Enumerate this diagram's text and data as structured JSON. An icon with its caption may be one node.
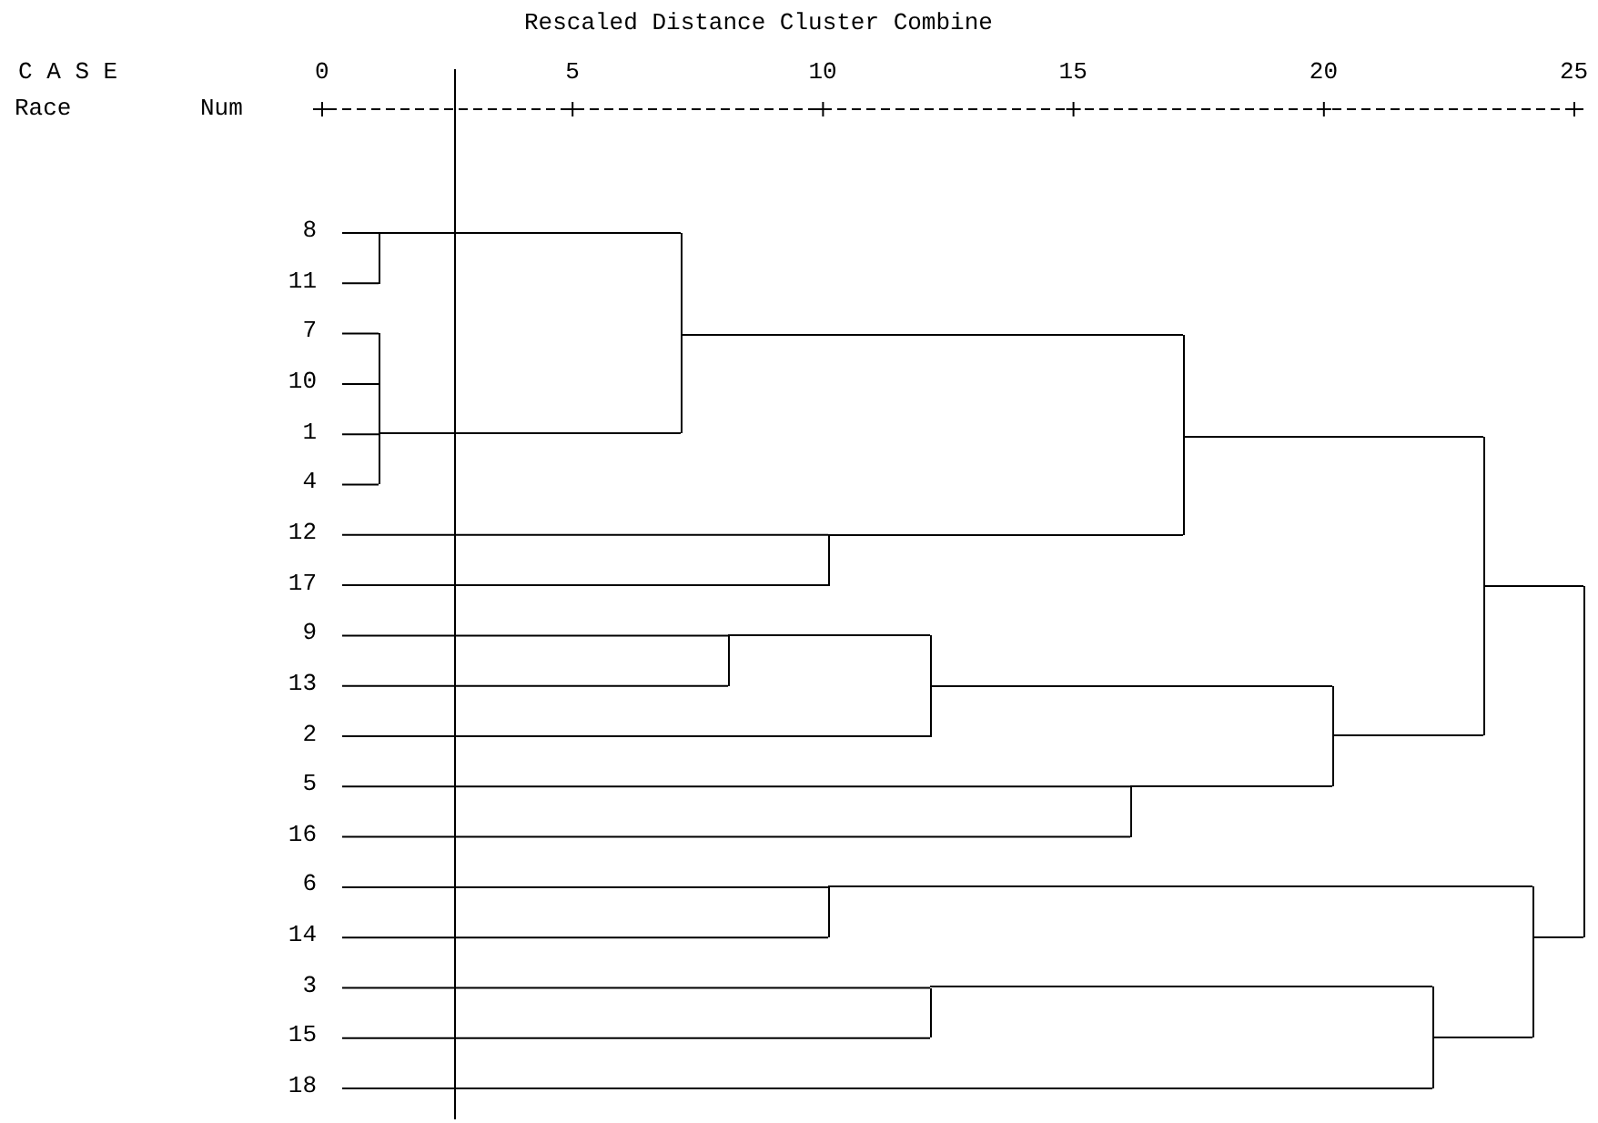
{
  "diagram": {
    "title": "Rescaled Distance Cluster Combine",
    "nodes": [
      {
        "text": [
          "8"
        ]
      },
      {
        "text": [
          "11"
        ]
      },
      {
        "text": [
          "7"
        ]
      },
      {
        "text": [
          "10"
        ]
      },
      {
        "text": [
          "1"
        ]
      },
      {
        "text": [
          "4"
        ]
      },
      {
        "text": [
          "12"
        ]
      },
      {
        "text": [
          "17"
        ]
      },
      {
        "text": [
          "9"
        ]
      },
      {
        "text": [
          "13"
        ]
      },
      {
        "text": [
          "2"
        ]
      },
      {
        "text": [
          "5"
        ]
      },
      {
        "text": [
          "16"
        ]
      },
      {
        "text": [
          "6"
        ]
      },
      {
        "text": [
          "14"
        ]
      },
      {
        "text": [
          "3"
        ]
      },
      {
        "text": [
          "15"
        ]
      },
      {
        "text": [
          "18"
        ]
      },
      {
        "text": [],
        "shape": "bar"
      },
      {
        "text": [],
        "shape": "bar"
      },
      {
        "text": [],
        "shape": "bar"
      },
      {
        "text": [],
        "shape": "bar"
      },
      {
        "text": [],
        "shape": "bar"
      },
      {
        "text": [],
        "shape": "bar"
      },
      {
        "text": [],
        "shape": "bar"
      },
      {
        "text": [],
        "shape": "bar"
      },
      {
        "text": [],
        "shape": "bar"
      },
      {
        "text": [],
        "shape": "bar"
      },
      {
        "text": [],
        "shape": "bar"
      },
      {
        "text": [],
        "shape": "bar"
      },
      {
        "text": [],
        "shape": "bar"
      },
      {
        "text": [],
        "shape": "bar"
      },
      {
        "text": [],
        "shape": "bar"
      }
    ],
    "edges": [
      {
        "from": 0,
        "to": 18,
        "arrow": "none"
      },
      {
        "from": 1,
        "to": 18,
        "arrow": "none"
      },
      {
        "from": 2,
        "to": 19,
        "arrow": "none"
      },
      {
        "from": 3,
        "to": 19,
        "arrow": "none"
      },
      {
        "from": 4,
        "to": 19,
        "arrow": "none"
      },
      {
        "from": 5,
        "to": 19,
        "arrow": "none"
      },
      {
        "from": 18,
        "to": 20,
        "arrow": "none"
      },
      {
        "from": 19,
        "to": 20,
        "arrow": "none"
      },
      {
        "from": 8,
        "to": 21,
        "arrow": "none"
      },
      {
        "from": 9,
        "to": 21,
        "arrow": "none"
      },
      {
        "from": 6,
        "to": 22,
        "arrow": "none"
      },
      {
        "from": 7,
        "to": 22,
        "arrow": "none"
      },
      {
        "from": 13,
        "to": 23,
        "arrow": "none"
      },
      {
        "from": 14,
        "to": 23,
        "arrow": "none"
      },
      {
        "from": 21,
        "to": 24,
        "arrow": "none"
      },
      {
        "from": 10,
        "to": 24,
        "arrow": "none"
      },
      {
        "from": 15,
        "to": 25,
        "arrow": "none"
      },
      {
        "from": 16,
        "to": 25,
        "arrow": "none"
      },
      {
        "from": 11,
        "to": 26,
        "arrow": "none"
      },
      {
        "from": 12,
        "to": 26,
        "arrow": "none"
      },
      {
        "from": 20,
        "to": 27,
        "arrow": "none"
      },
      {
        "from": 22,
        "to": 27,
        "arrow": "none"
      },
      {
        "from": 24,
        "to": 28,
        "arrow": "none"
      },
      {
        "from": 26,
        "to": 28,
        "arrow": "none"
      },
      {
        "from": 25,
        "to": 29,
        "arrow": "none"
      },
      {
        "from": 17,
        "to": 29,
        "arrow": "none"
      },
      {
        "from": 27,
        "to": 30,
        "arrow": "none"
      },
      {
        "from": 28,
        "to": 30,
        "arrow": "none"
      },
      {
        "from": 23,
        "to": 31,
        "arrow": "none"
      },
      {
        "from": 29,
        "to": 31,
        "arrow": "none"
      },
      {
        "from": 30,
        "to": 32,
        "arrow": "none"
      },
      {
        "from": 31,
        "to": 32,
        "arrow": "none"
      }
    ],
    "labels": [
      "C A S E",
      "0",
      "5",
      "10",
      "15",
      "20",
      "25",
      "Race",
      "Num"
    ]
  }
}
